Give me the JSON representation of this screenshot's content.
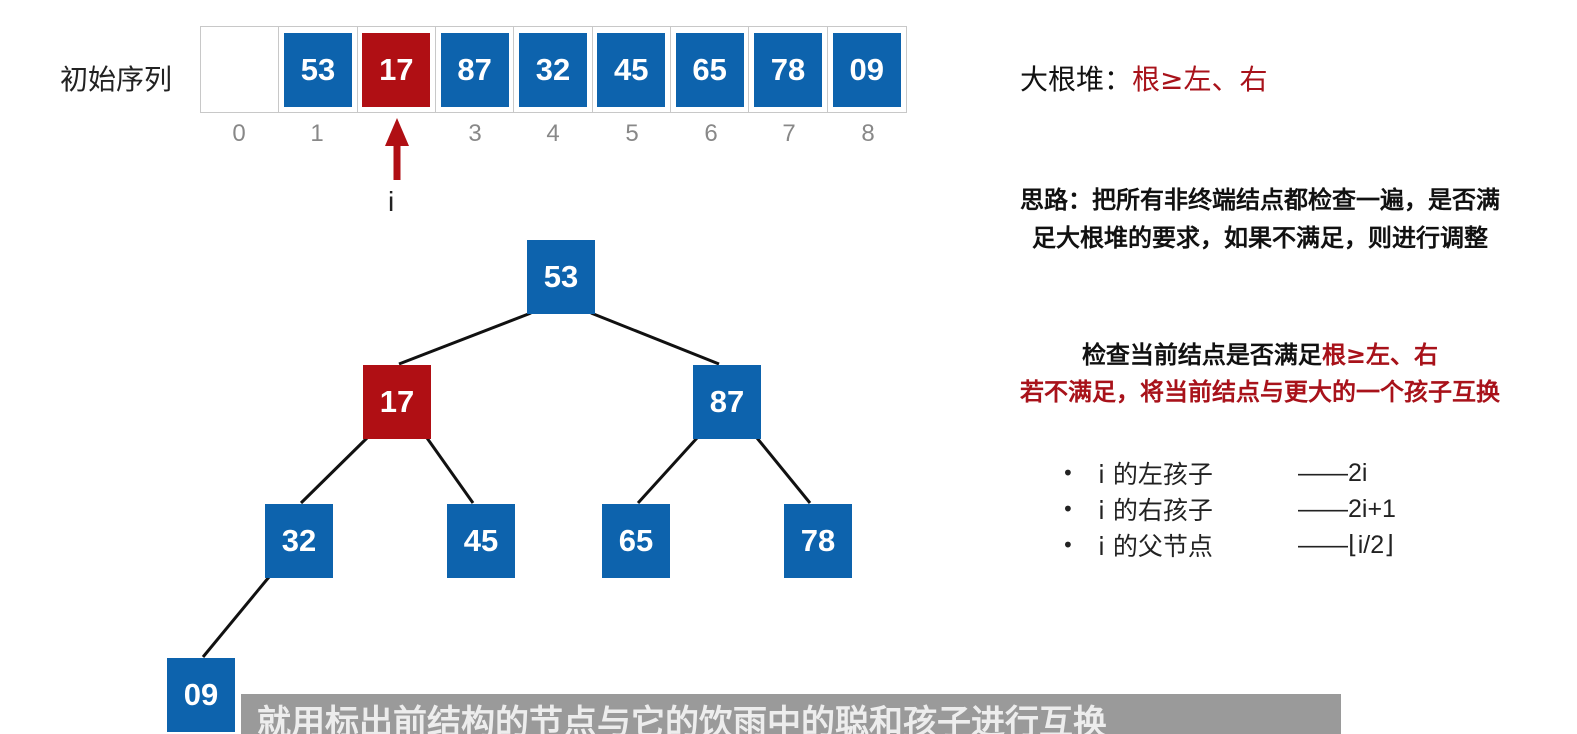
{
  "array_section": {
    "label": "初始序列",
    "cells": [
      {
        "value": "",
        "highlight": false
      },
      {
        "value": "53",
        "highlight": false
      },
      {
        "value": "17",
        "highlight": true
      },
      {
        "value": "87",
        "highlight": false
      },
      {
        "value": "32",
        "highlight": false
      },
      {
        "value": "45",
        "highlight": false
      },
      {
        "value": "65",
        "highlight": false
      },
      {
        "value": "78",
        "highlight": false
      },
      {
        "value": "09",
        "highlight": false
      }
    ],
    "indices": [
      "0",
      "1",
      "",
      "3",
      "4",
      "5",
      "6",
      "7",
      "8"
    ],
    "pointer_label": "i",
    "pointer_index": 2
  },
  "tree": {
    "nodes": [
      {
        "value": "53",
        "highlight": false
      },
      {
        "value": "17",
        "highlight": true
      },
      {
        "value": "87",
        "highlight": false
      },
      {
        "value": "32",
        "highlight": false
      },
      {
        "value": "45",
        "highlight": false
      },
      {
        "value": "65",
        "highlight": false
      },
      {
        "value": "78",
        "highlight": false
      },
      {
        "value": "09",
        "highlight": false
      }
    ]
  },
  "panel": {
    "heap_def_prefix": "大根堆：",
    "heap_def_rule": "根≥左、右",
    "idea_line1": "思路：把所有非终端结点都检查一遍，是否满",
    "idea_line2": "足大根堆的要求，如果不满足，则进行调整",
    "check_prefix": "检查当前结点是否满足",
    "check_rule": "根≥左、右",
    "check_line2": "若不满足，将当前结点与更大的一个孩子互换",
    "formulas": [
      {
        "name": "i 的左孩子",
        "value": "——2i"
      },
      {
        "name": "i 的右孩子",
        "value": "——2i+1"
      },
      {
        "name": "i 的父节点",
        "value": "——⌊i/2⌋"
      }
    ]
  },
  "subtitle": "就用标出前结构的节点与它的饮雨中的聪和孩子进行互换",
  "colors": {
    "blue": "#0d63ad",
    "red": "#b00f14",
    "text_red": "#a8121a"
  }
}
